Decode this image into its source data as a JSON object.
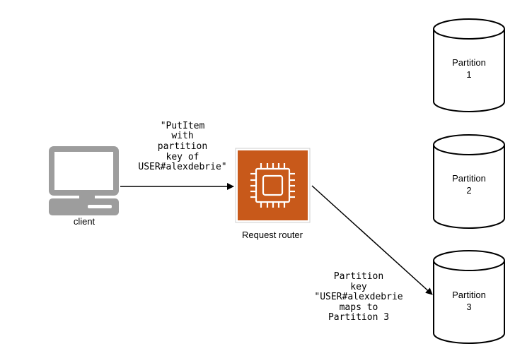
{
  "client": {
    "label": "client",
    "icon": "desktop-computer-icon"
  },
  "router": {
    "label": "Request router",
    "icon": "processor-chip-icon",
    "color": "#c8591a"
  },
  "request_message": {
    "lines": [
      "\"PutItem",
      "with",
      "partition",
      "key of",
      "USER#alexdebrie\""
    ]
  },
  "routing_message": {
    "lines": [
      "Partition",
      "key",
      "\"USER#alexdebrie",
      "maps to",
      "Partition 3"
    ]
  },
  "partitions": [
    {
      "line1": "Partition",
      "line2": "1"
    },
    {
      "line1": "Partition",
      "line2": "2"
    },
    {
      "line1": "Partition",
      "line2": "3"
    }
  ]
}
